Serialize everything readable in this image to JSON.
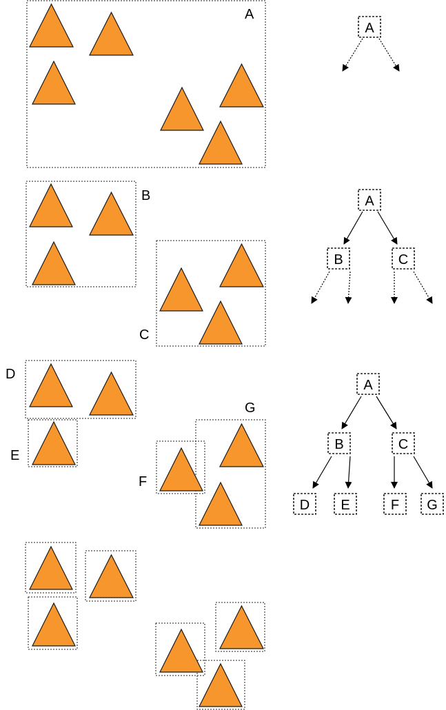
{
  "labels": {
    "A": "A",
    "B": "B",
    "C": "C",
    "D": "D",
    "E": "E",
    "F": "F",
    "G": "G"
  },
  "colors": {
    "triangle_fill": "#f7962d",
    "stroke": "#000000"
  },
  "tree_levels": [
    {
      "stage": 1,
      "nodes": [
        "A"
      ],
      "pending_children": 2
    },
    {
      "stage": 2,
      "nodes": [
        "A",
        "B",
        "C"
      ],
      "pending_children": 4
    },
    {
      "stage": 3,
      "nodes": [
        "A",
        "B",
        "C",
        "D",
        "E",
        "F",
        "G"
      ],
      "pending_children": 0
    }
  ]
}
